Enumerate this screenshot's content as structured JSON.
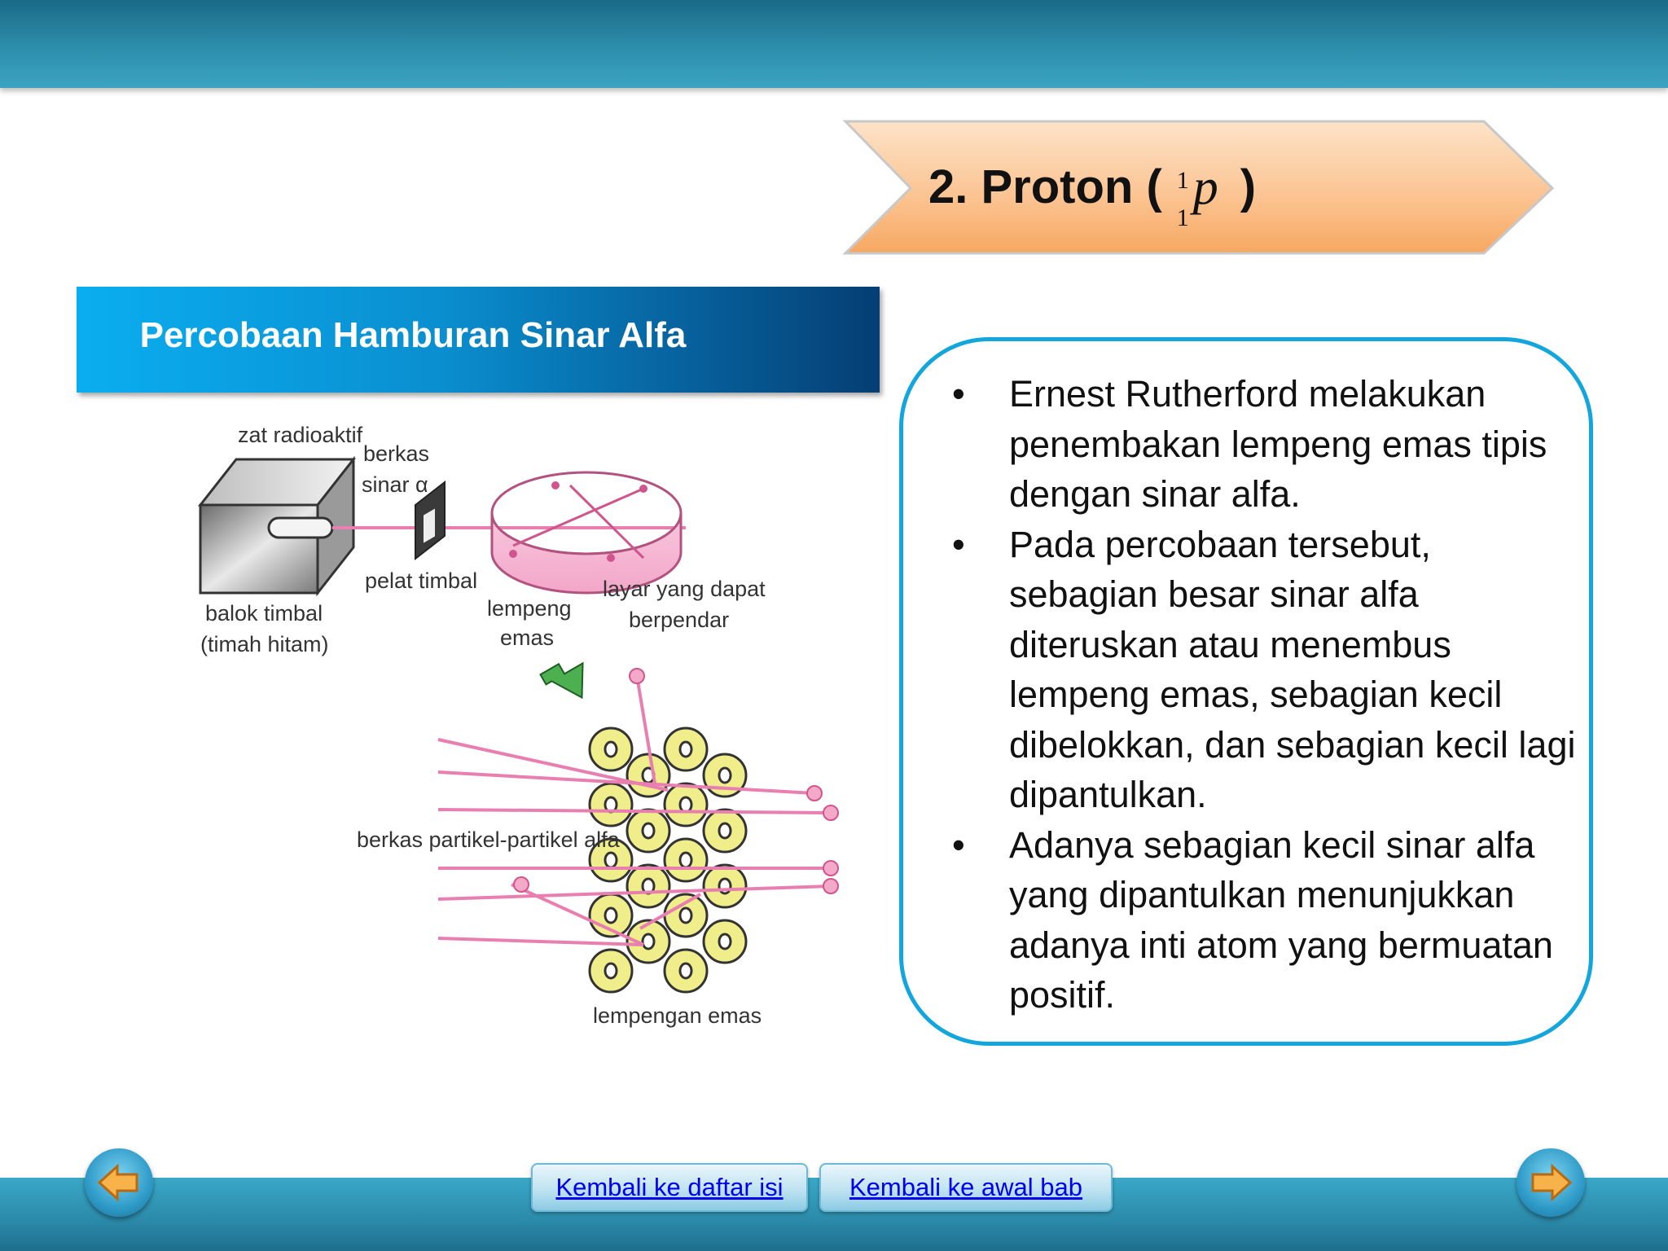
{
  "title": {
    "prefix": "2. Proton (",
    "nuclide_mass": "1",
    "nuclide_atomic": "1",
    "nuclide_symbol": "p",
    "suffix": ")"
  },
  "section_header": "Percobaan Hamburan Sinar Alfa",
  "diagram": {
    "labels": {
      "zat_radioaktif": "zat radioaktif",
      "berkas": "berkas",
      "sinar_alpha": "sinar α",
      "pelat_timbal": "pelat timbal",
      "balok_timbal": "balok timbal",
      "timah_hitam": "(timah hitam)",
      "lempeng": "lempeng",
      "emas": "emas",
      "layar_yang_dapat": "layar yang dapat",
      "berpendar": "berpendar",
      "berkas_partikel": "berkas partikel-partikel alfa",
      "lempengan_emas": "lempengan emas"
    },
    "atom_label": "o"
  },
  "bullets": [
    "Ernest Rutherford melakukan penembakan lempeng emas tipis dengan sinar alfa.",
    "Pada percobaan tersebut, sebagian besar sinar alfa diteruskan atau menembus lempeng emas, sebagian kecil dibelokkan, dan sebagian kecil lagi dipantulkan.",
    "Adanya sebagian kecil sinar alfa yang dipantulkan menunjukkan adanya inti atom yang bermuatan positif."
  ],
  "bullet_char": "•",
  "nav": {
    "back_link": "Kembali ke daftar isi",
    "chapter_link": "Kembali ke awal bab",
    "prev_icon": "left-arrow-icon",
    "next_icon": "right-arrow-icon"
  },
  "colors": {
    "top_bar": "#2d8eab",
    "title_arrow": "#fbc08d",
    "header_blue": "#0a8fd0",
    "box_border": "#12a6dc",
    "beam": "#e87fb0",
    "atom": "#f0ee8a"
  }
}
